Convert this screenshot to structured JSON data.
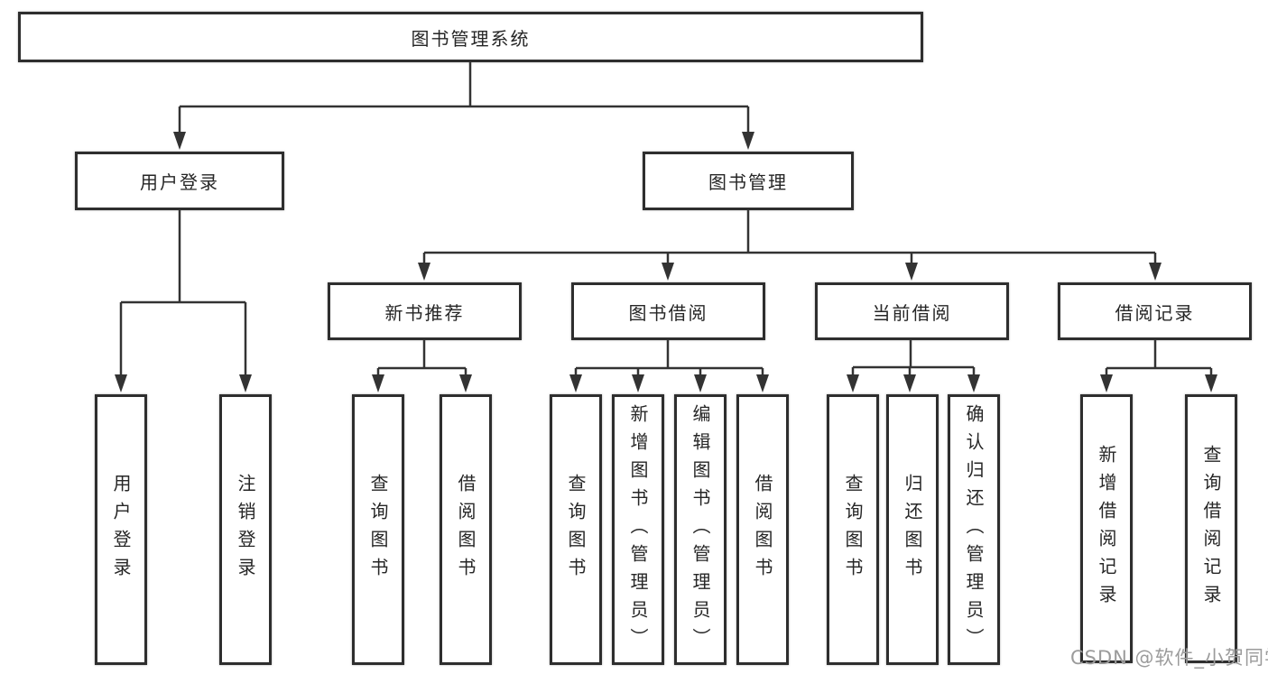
{
  "nodes": {
    "root": "图书管理系统",
    "branch_user": "用户登录",
    "branch_book": "图书管理",
    "cat_new_book": "新书推荐",
    "cat_book_borrow": "图书借阅",
    "cat_current_borrow": "当前借阅",
    "cat_borrow_record": "借阅记录",
    "leaf_user_login": "用户登录",
    "leaf_user_logout": "注销登录",
    "leaf_new_query": "查询图书",
    "leaf_new_borrow": "借阅图书",
    "leaf_bor_query": "查询图书",
    "leaf_bor_add": "新增图书（管理员）",
    "leaf_bor_edit": "编辑图书（管理员）",
    "leaf_bor_borrow": "借阅图书",
    "leaf_cur_query": "查询图书",
    "leaf_cur_return": "归还图书",
    "leaf_cur_confirm": "确认归还（管理员）",
    "leaf_rec_add": "新增借阅记录",
    "leaf_rec_query": "查询借阅记录"
  },
  "watermark": "CSDN @软件_小贺同学",
  "colors": {
    "background": "#ffffff",
    "line": "#333333",
    "box_border": "#2e2e2e",
    "text": "#262626",
    "watermark": "#9b9b9b"
  }
}
